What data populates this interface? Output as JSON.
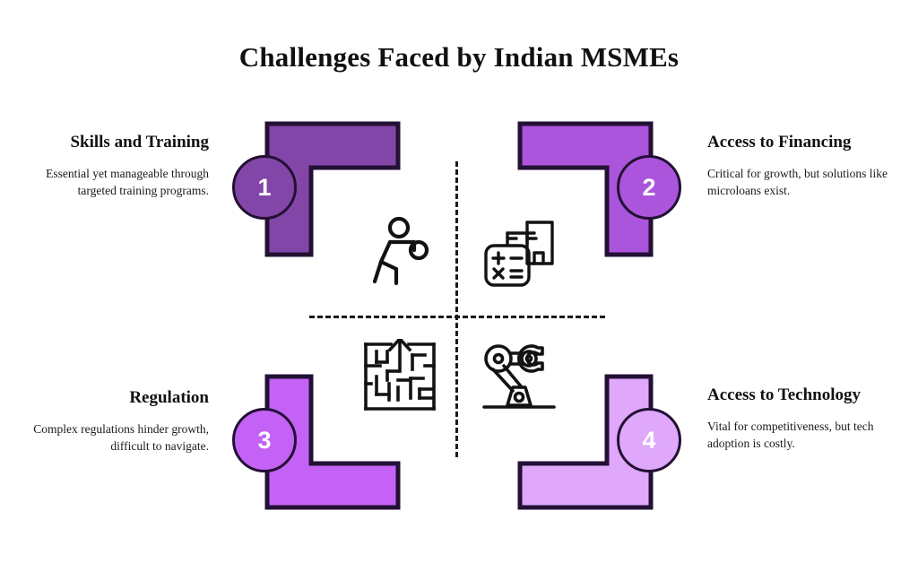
{
  "title": "Challenges Faced by Indian MSMEs",
  "palette": {
    "quadrant_1": "#8246A8",
    "quadrant_2": "#AA55DB",
    "quadrant_3": "#C362F5",
    "quadrant_4": "#DFA8FB",
    "outline": "#231034",
    "background": "#FFFFFF",
    "text": "#111111",
    "divider": "#1A1A1A"
  },
  "quadrants": [
    {
      "number": "1",
      "heading": "Skills and Training",
      "body": "Essential yet manageable through targeted training programs.",
      "icon": "running-stick-figure-icon",
      "color": "#8246A8",
      "align": "right"
    },
    {
      "number": "2",
      "heading": "Access to Financing",
      "body": "Critical for growth, but solutions like microloans exist.",
      "icon": "calculator-bank-icon",
      "color": "#AA55DB",
      "align": "left"
    },
    {
      "number": "3",
      "heading": "Regulation",
      "body": "Complex regulations hinder growth, difficult to navigate.",
      "icon": "maze-arrow-icon",
      "color": "#C362F5",
      "align": "right"
    },
    {
      "number": "4",
      "heading": "Access to Technology",
      "body": "Vital for competitiveness, but tech adoption is costly.",
      "icon": "robot-arm-icon",
      "color": "#DFA8FB",
      "align": "left"
    }
  ]
}
